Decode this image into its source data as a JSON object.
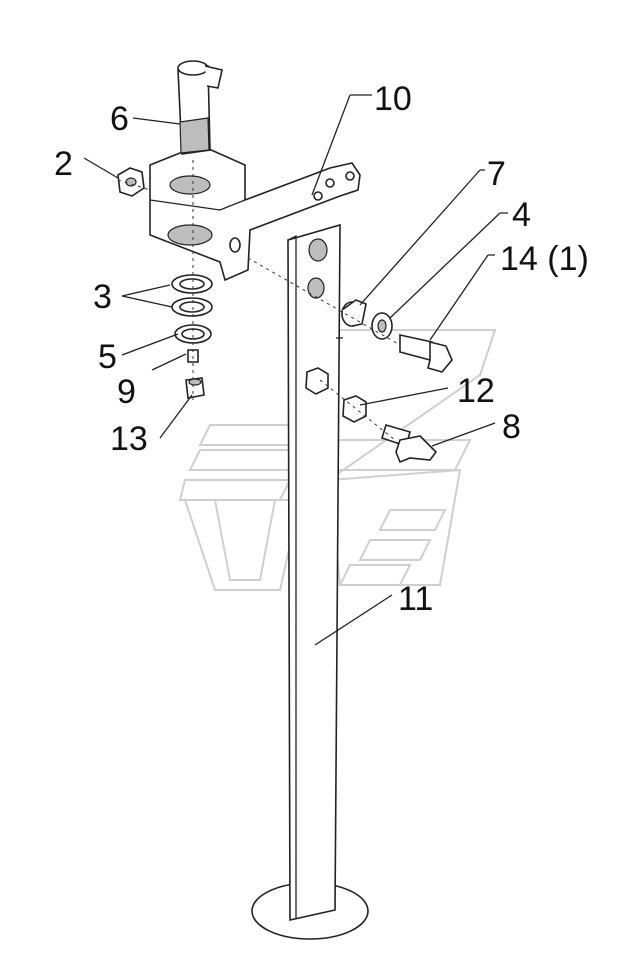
{
  "callouts": {
    "c2": "2",
    "c3": "3",
    "c4": "4",
    "c5": "5",
    "c6": "6",
    "c7": "7",
    "c8": "8",
    "c9": "9",
    "c10": "10",
    "c11": "11",
    "c12": "12",
    "c13": "13",
    "c14": "14 (1)"
  },
  "icons": {
    "watermark": "logo-watermark-icon"
  }
}
